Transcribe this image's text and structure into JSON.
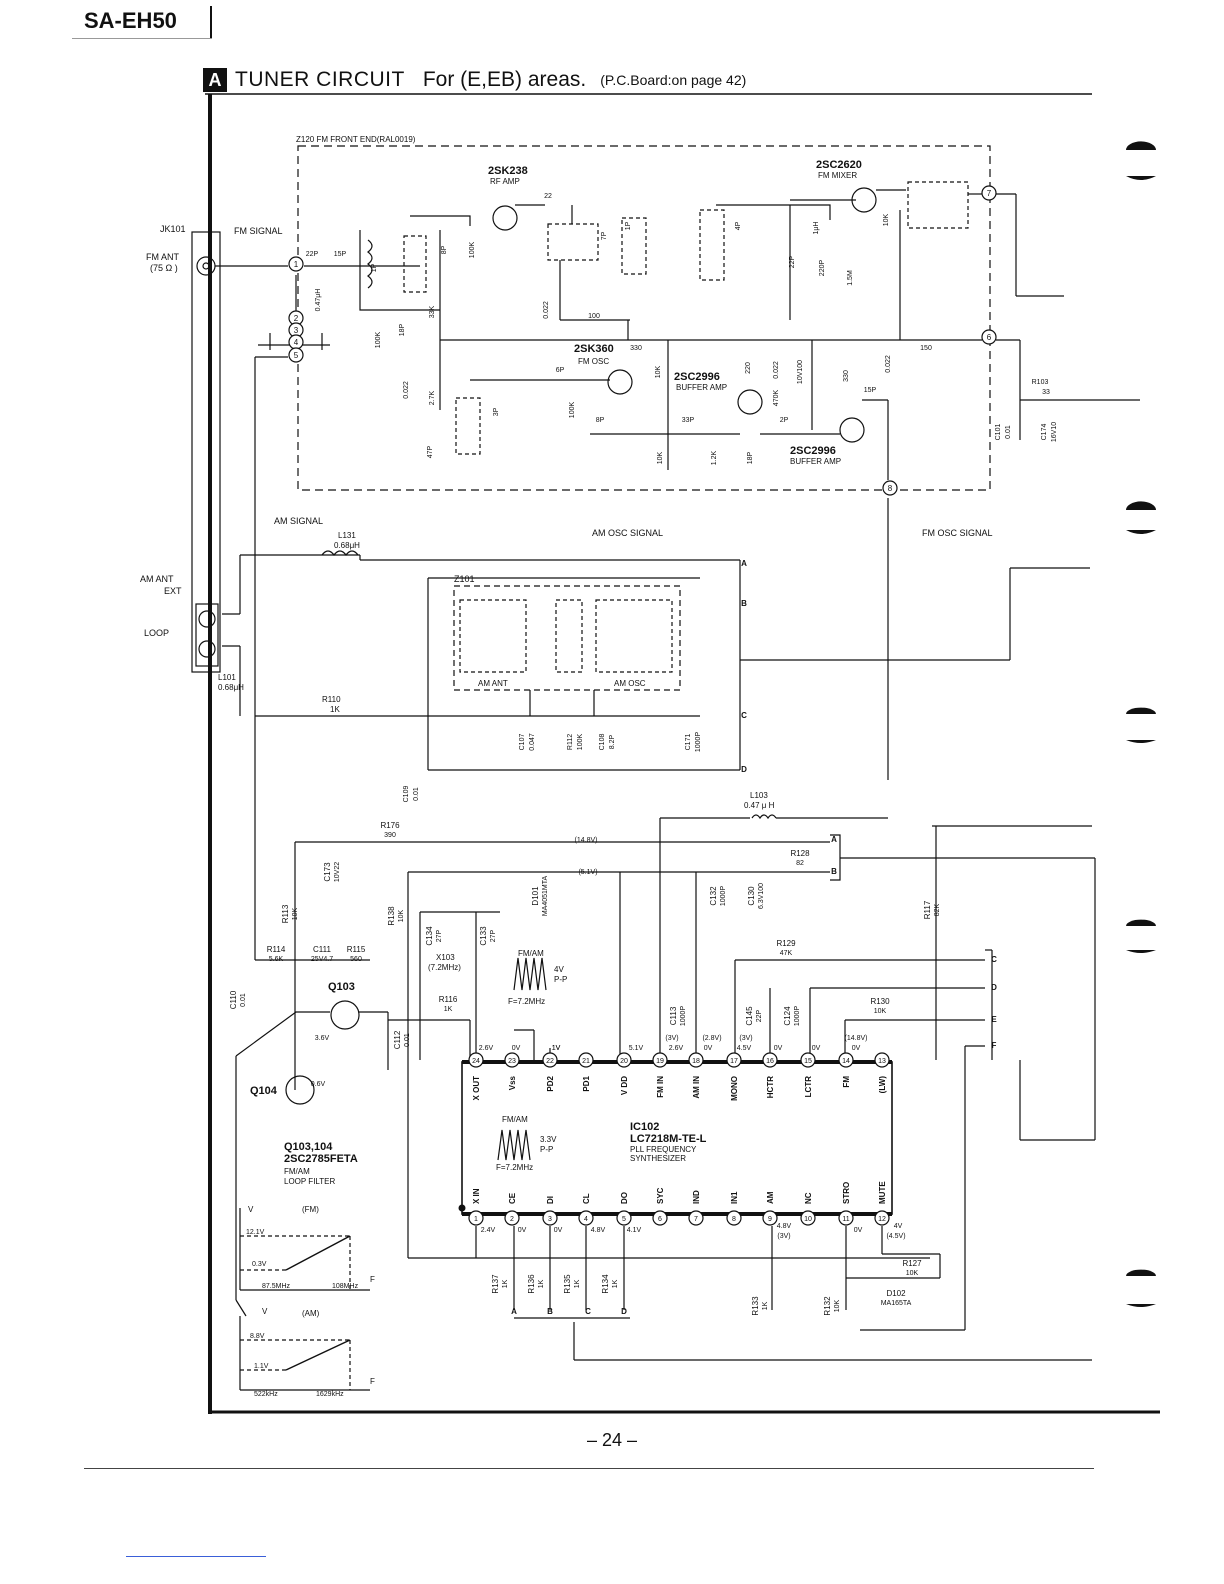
{
  "header": {
    "model": "SA-EH50",
    "section_badge": "A",
    "title": "TUNER  CIRCUIT",
    "areas": "For (E,EB) areas.",
    "board_ref": "(P.C.Board:on page 42)"
  },
  "fm_front_end": {
    "title": "Z120 FM FRONT END(RAL0019)",
    "rf_amp": {
      "part": "2SK238",
      "role": "RF AMP"
    },
    "mixer": {
      "part": "2SC2620",
      "role": "FM MIXER"
    },
    "osc": {
      "part": "2SK360",
      "role": "FM OSC"
    },
    "buffer1": {
      "part": "2SC2996",
      "role": "BUFFER AMP"
    },
    "buffer2": {
      "part": "2SC2996",
      "role": "BUFFER AMP"
    },
    "pins": [
      "1",
      "2",
      "3",
      "4",
      "5",
      "6",
      "7",
      "8"
    ]
  },
  "antenna": {
    "jack": "JK101",
    "fm_ant": "FM ANT",
    "fm_ohm": "(75 Ω )",
    "fm_signal": "FM SIGNAL",
    "am_ant": "AM  ANT",
    "ext": "EXT",
    "loop": "LOOP",
    "am_signal": "AM SIGNAL"
  },
  "am_section": {
    "module": "Z101",
    "ant_label": "AM ANT",
    "osc_label": "AM OSC",
    "osc_signal": "AM OSC SIGNAL",
    "fm_osc_signal": "FM OSC SIGNAL",
    "l131": "L131",
    "l131_value": "0.68μH",
    "l101": "L101",
    "l101_value": "0.68μH",
    "r110": "R110",
    "r110_value": "1K",
    "l103": "L103",
    "l103_value": "0.47 μ H"
  },
  "component_labels": [
    "22P",
    "15P",
    "1P",
    "18P",
    "8P",
    "100K",
    "33K",
    "0.47μH",
    "100K",
    "7P",
    "4P",
    "1P",
    "22P",
    "220P",
    "1μH",
    "10K",
    "1.5M",
    "0.022",
    "100",
    "330",
    "10K",
    "220",
    "0.022",
    "470K",
    "10V100",
    "330",
    "0.022",
    "150",
    "15P",
    "2.7K",
    "0.022",
    "47P",
    "3P",
    "100K",
    "6P",
    "8P",
    "33P",
    "2P",
    "10K",
    "1.2K",
    "18P",
    "22",
    "R103",
    "33",
    "C101",
    "0.01",
    "C174",
    "16V10",
    "C107",
    "0.047",
    "R112",
    "100K",
    "C108",
    "8.2P",
    "C171",
    "1000P",
    "C109",
    "0.01"
  ],
  "pll": {
    "ic": "IC102",
    "part": "LC7218M-TE-L",
    "desc1": "PLL FREQUENCY",
    "desc2": "SYNTHESIZER",
    "crystal": "X103",
    "crystal_freq": "(7.2MHz)",
    "pins_top": [
      {
        "n": "24",
        "name": "X OUT"
      },
      {
        "n": "23",
        "name": "Vss"
      },
      {
        "n": "22",
        "name": "PD2"
      },
      {
        "n": "21",
        "name": "PD1"
      },
      {
        "n": "20",
        "name": "V DD"
      },
      {
        "n": "19",
        "name": "FM IN"
      },
      {
        "n": "18",
        "name": "AM IN"
      },
      {
        "n": "17",
        "name": "MONO"
      },
      {
        "n": "16",
        "name": "HCTR"
      },
      {
        "n": "15",
        "name": "LCTR"
      },
      {
        "n": "14",
        "name": "FM"
      },
      {
        "n": "13",
        "name": "(LW)"
      }
    ],
    "pins_bottom": [
      {
        "n": "1",
        "name": "X IN"
      },
      {
        "n": "2",
        "name": "CE"
      },
      {
        "n": "3",
        "name": "DI"
      },
      {
        "n": "4",
        "name": "CL"
      },
      {
        "n": "5",
        "name": "DO"
      },
      {
        "n": "6",
        "name": "SYC"
      },
      {
        "n": "7",
        "name": "IND"
      },
      {
        "n": "8",
        "name": "IN1"
      },
      {
        "n": "9",
        "name": "AM"
      },
      {
        "n": "10",
        "name": "NC"
      },
      {
        "n": "11",
        "name": "STRO"
      },
      {
        "n": "12",
        "name": "MUTE"
      }
    ],
    "wave1_label": "FM/AM",
    "wave1_value": "4V",
    "wave1_pp": "P-P",
    "wave1_freq": "F=7.2MHz",
    "wave2_label": "FM/AM",
    "wave2_value": "3.3V",
    "wave2_pp": "P-P",
    "wave2_freq": "F=7.2MHz"
  },
  "voltages": [
    "(14.8V)",
    "(5.1V)",
    "2.6V",
    "0V",
    "1V",
    "5.1V",
    "(3V)",
    "2.6V",
    "(2.8V)",
    "0V",
    "(3V)",
    "4.5V",
    "0V",
    "0V",
    "(14.8V)",
    "0V",
    "2.4V",
    "0V",
    "0V",
    "4.8V",
    "4.1V",
    "4.8V",
    "(3V)",
    "0V",
    "4V",
    "(4.5V)",
    "1V",
    "3.6V",
    "0.6V"
  ],
  "pll_parts": [
    {
      "ref": "R176",
      "value": "390"
    },
    {
      "ref": "C173",
      "value": "10V22"
    },
    {
      "ref": "R113",
      "value": "10K"
    },
    {
      "ref": "R114",
      "value": "5.6K"
    },
    {
      "ref": "C111",
      "value": "25V4.7"
    },
    {
      "ref": "R115",
      "value": "560"
    },
    {
      "ref": "C110",
      "value": "0.01"
    },
    {
      "ref": "R138",
      "value": "10K"
    },
    {
      "ref": "D101",
      "value": "MA4051MTA"
    },
    {
      "ref": "C134",
      "value": "27P"
    },
    {
      "ref": "C133",
      "value": "27P"
    },
    {
      "ref": "R116",
      "value": "1K"
    },
    {
      "ref": "C112",
      "value": "0.01"
    },
    {
      "ref": "C132",
      "value": "1000P"
    },
    {
      "ref": "C130",
      "value": "6.3V100"
    },
    {
      "ref": "R128",
      "value": "82"
    },
    {
      "ref": "R117",
      "value": "82K"
    },
    {
      "ref": "R129",
      "value": "47K"
    },
    {
      "ref": "C113",
      "value": "1000P"
    },
    {
      "ref": "C145",
      "value": "22P"
    },
    {
      "ref": "C124",
      "value": "1000P"
    },
    {
      "ref": "R130",
      "value": "10K"
    },
    {
      "ref": "R137",
      "value": "1K"
    },
    {
      "ref": "R136",
      "value": "1K"
    },
    {
      "ref": "R135",
      "value": "1K"
    },
    {
      "ref": "R134",
      "value": "1K"
    },
    {
      "ref": "R133",
      "value": "1K"
    },
    {
      "ref": "R132",
      "value": "10K"
    },
    {
      "ref": "R127",
      "value": "10K"
    },
    {
      "ref": "D102",
      "value": "MA165TA"
    }
  ],
  "loop_filter": {
    "q103": "Q103",
    "q104": "Q104",
    "parts": "Q103,104",
    "part_no": "2SC2785FETA",
    "desc1": "FM/AM",
    "desc2": "LOOP FILTER",
    "fm_graph": {
      "axis_y": "V",
      "axis_x": "F",
      "mode": "(FM)",
      "v_high": "12.1V",
      "v_low": "0.3V",
      "f_low": "87.5MHz",
      "f_high": "108MHz"
    },
    "am_graph": {
      "axis_y": "V",
      "axis_x": "F",
      "mode": "(AM)",
      "v_high": "8.8V",
      "v_low": "1.1V",
      "f_low": "522kHz",
      "f_high": "1629kHz"
    }
  },
  "connectors": [
    "A",
    "B",
    "C",
    "D",
    "A",
    "B",
    "C",
    "D",
    "E",
    "F",
    "A",
    "B",
    "C",
    "D"
  ],
  "page_number": "– 24 –"
}
